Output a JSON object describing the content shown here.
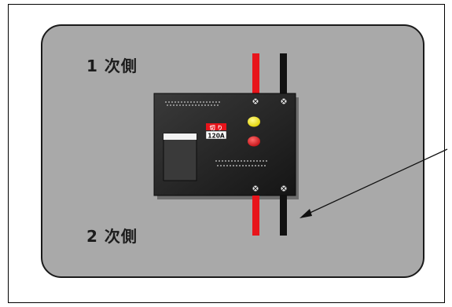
{
  "labels": {
    "primary_side": "1 次側",
    "secondary_side": "2 次側"
  },
  "breaker": {
    "switch_label": "切 り",
    "rating": "120A"
  },
  "colors": {
    "panel": "#a9a9a9",
    "breaker_body": "#1f1f1f",
    "red_wire": "#e8141b",
    "black_wire": "#111111",
    "yellow_indicator": "#f2e300",
    "red_indicator": "#e8141b"
  },
  "icons": [
    "arrow-icon",
    "screw-terminal-icon"
  ]
}
